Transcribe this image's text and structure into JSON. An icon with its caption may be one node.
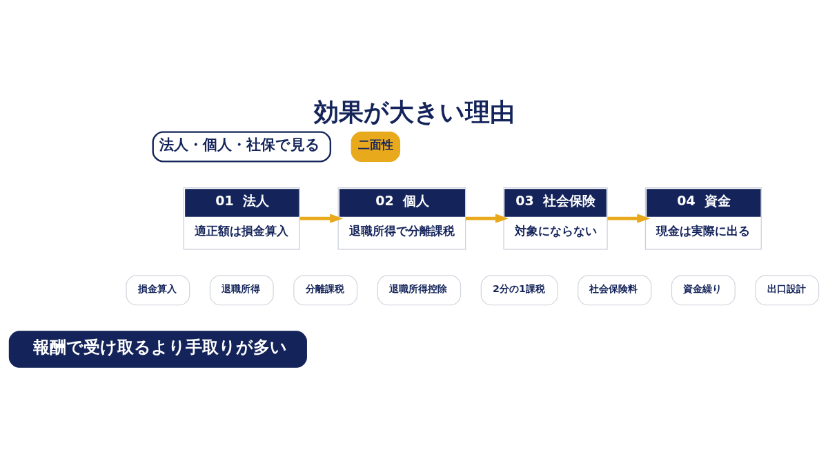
{
  "diagram": {
    "title": "効果が大きい理由",
    "nodes": [
      {
        "text": [
          "01",
          "法人",
          "適正額は損金算入"
        ]
      },
      {
        "text": [
          "02",
          "個人",
          "退職所得で分離課税"
        ]
      },
      {
        "text": [
          "03",
          "社会保険",
          "対象にならない"
        ]
      },
      {
        "text": [
          "04",
          "資金",
          "現金は実際に出る"
        ]
      },
      {
        "text": [
          "損金算入"
        ]
      },
      {
        "text": [
          "退職所得"
        ]
      },
      {
        "text": [
          "分離課税"
        ]
      },
      {
        "text": [
          "退職所得控除"
        ]
      },
      {
        "text": [
          "2分の1課税"
        ]
      },
      {
        "text": [
          "社会保険料"
        ]
      },
      {
        "text": [
          "資金繰り"
        ]
      },
      {
        "text": [
          "出口設計"
        ]
      },
      {
        "text": [
          "報酬で受け取るより手取りが多い"
        ]
      }
    ],
    "edges": [
      {
        "from": 0,
        "to": 1,
        "arrow": "to"
      },
      {
        "from": 1,
        "to": 2,
        "arrow": "to"
      },
      {
        "from": 2,
        "to": 3,
        "arrow": "to"
      }
    ],
    "labels": [
      "法人・個人・社保で見る",
      "二面性"
    ]
  }
}
